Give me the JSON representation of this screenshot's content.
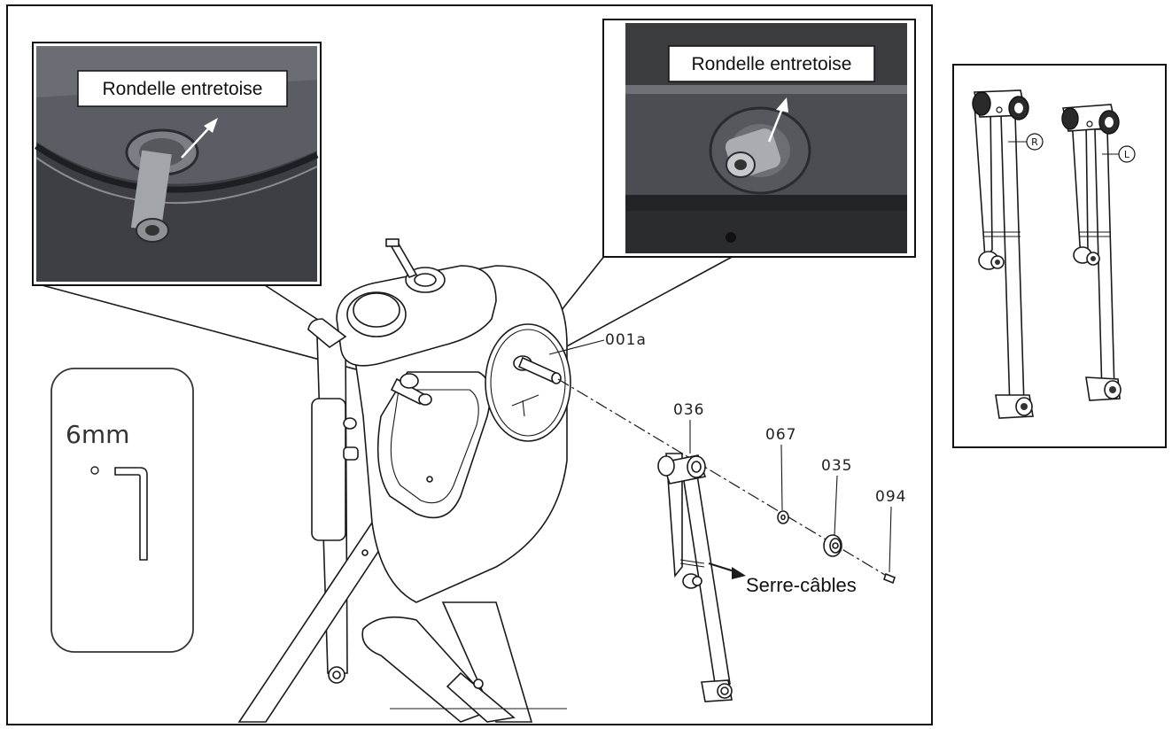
{
  "callouts": {
    "left_photo_label": "Rondelle entretoise",
    "right_photo_label": "Rondelle entretoise"
  },
  "tool": {
    "size_label": "6mm"
  },
  "part_labels": {
    "p001a": "001a",
    "p036": "036",
    "p067": "067",
    "p035": "035",
    "p094": "094"
  },
  "annotation": {
    "cable_tie": "Serre-câbles"
  },
  "inset": {
    "right_mark": "R",
    "left_mark": "L"
  }
}
